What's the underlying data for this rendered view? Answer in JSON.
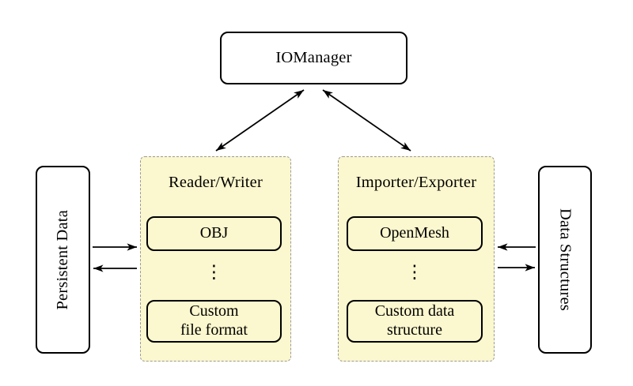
{
  "diagram": {
    "type": "architecture-diagram",
    "nodes": {
      "iomanager": {
        "label": "IOManager"
      },
      "persistent_data": {
        "label": "Persistent Data"
      },
      "data_structures": {
        "label": "Data Structures"
      },
      "reader_writer": {
        "title": "Reader/Writer",
        "ellipsis": "⋮",
        "items": [
          {
            "label": "OBJ",
            "lines": [
              "OBJ"
            ]
          },
          {
            "label": "Custom file format",
            "lines": [
              "Custom",
              "file format"
            ]
          }
        ]
      },
      "importer_exporter": {
        "title": "Importer/Exporter",
        "ellipsis": "⋮",
        "items": [
          {
            "label": "OpenMesh",
            "lines": [
              "OpenMesh"
            ]
          },
          {
            "label": "Custom data structure",
            "lines": [
              "Custom data",
              "structure"
            ]
          }
        ]
      }
    },
    "edges": [
      {
        "from": "iomanager",
        "to": "reader_writer",
        "direction": "both"
      },
      {
        "from": "iomanager",
        "to": "importer_exporter",
        "direction": "both"
      },
      {
        "from": "persistent_data",
        "to": "reader_writer",
        "direction": "forward"
      },
      {
        "from": "reader_writer",
        "to": "persistent_data",
        "direction": "forward"
      },
      {
        "from": "data_structures",
        "to": "importer_exporter",
        "direction": "forward"
      },
      {
        "from": "importer_exporter",
        "to": "data_structures",
        "direction": "forward"
      }
    ],
    "colors": {
      "background": "#FFFFFF",
      "group_fill": "#FBF7CE",
      "group_border": "#9A9A9A",
      "node_fill": "#FFFFFF",
      "node_border": "#000000",
      "arrow": "#000000",
      "text": "#000000"
    }
  }
}
